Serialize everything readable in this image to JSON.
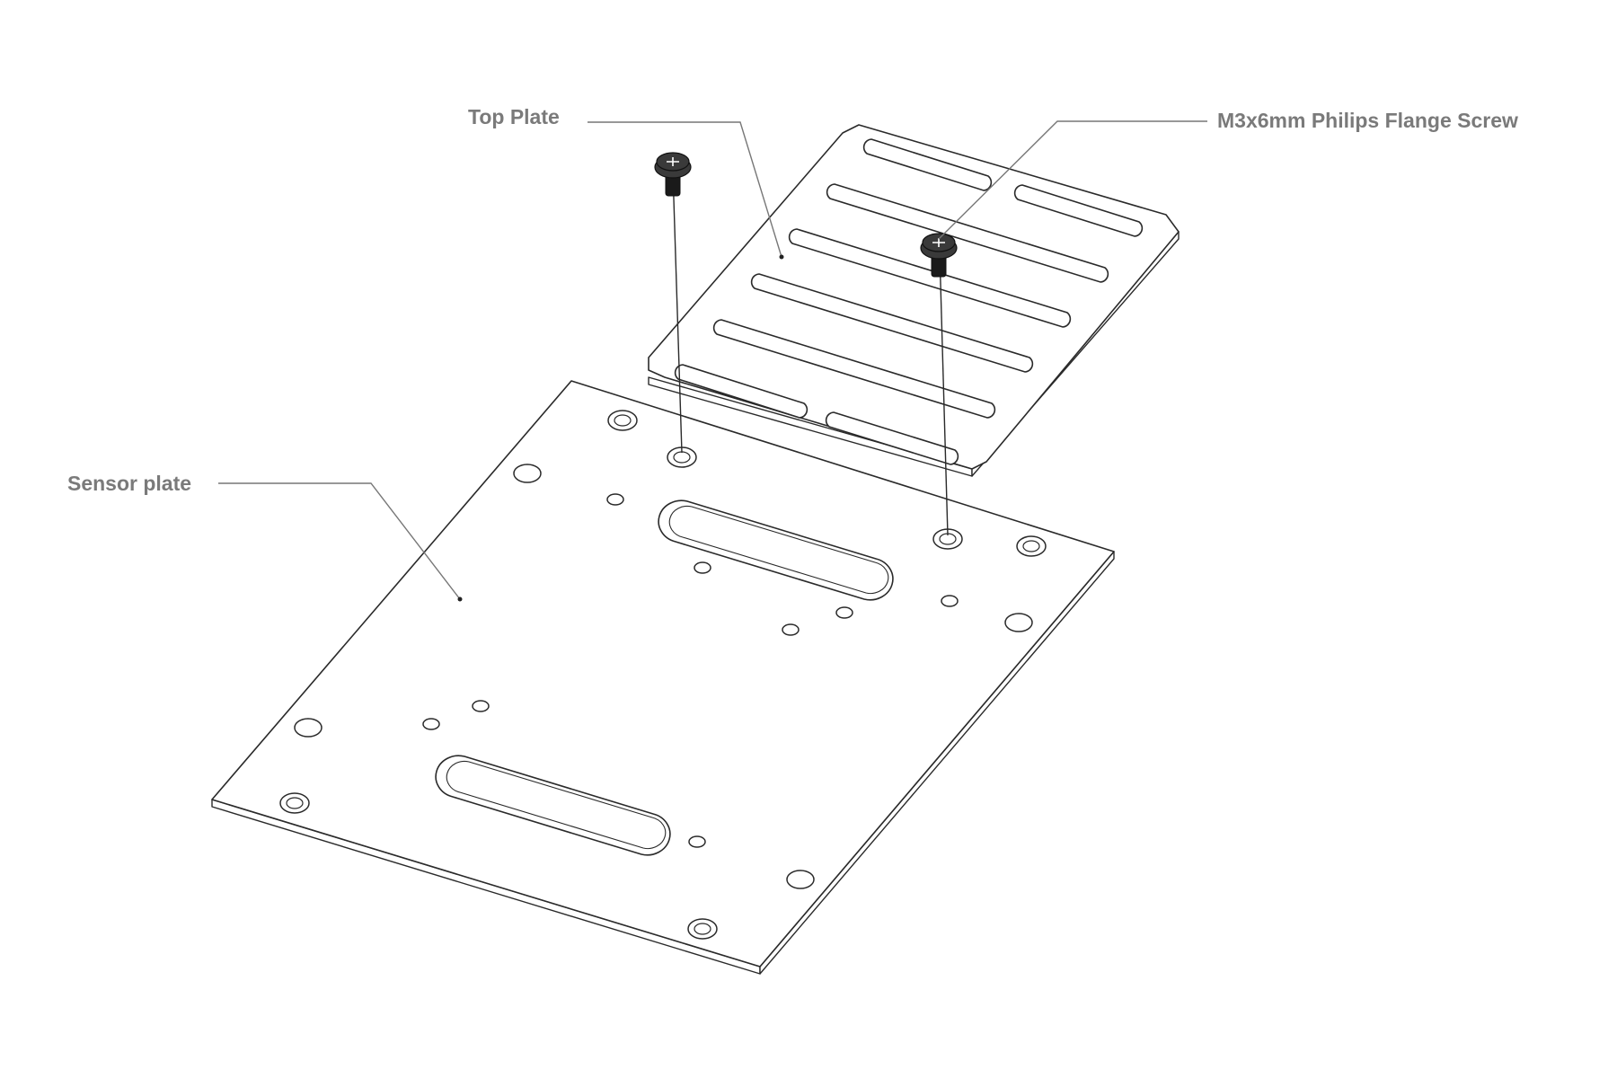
{
  "callouts": {
    "top_plate": "Top Plate",
    "screw": "M3x6mm Philips Flange Screw",
    "sensor_plate": "Sensor plate"
  }
}
